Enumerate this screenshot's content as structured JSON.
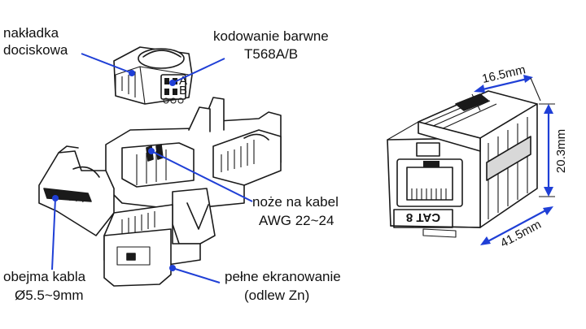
{
  "labels": {
    "cap": [
      "nakładka",
      "dociskowa"
    ],
    "color_code": [
      "kodowanie barwne",
      "T568A/B"
    ],
    "blades": [
      "noże na kabel",
      "AWG 22~24"
    ],
    "clamp": [
      "obejma kabla",
      "Ø5.5~9mm"
    ],
    "shield": [
      "pełne ekranowanie",
      "(odlew Zn)"
    ]
  },
  "dimensions": {
    "width": "16.5mm",
    "height": "20.3mm",
    "depth": "41.5mm"
  },
  "module_marking": "CAT 8",
  "cap_marks": [
    "A",
    "B"
  ],
  "colors": {
    "callout": "#1f3fd6",
    "outline": "#1a1a1a"
  }
}
